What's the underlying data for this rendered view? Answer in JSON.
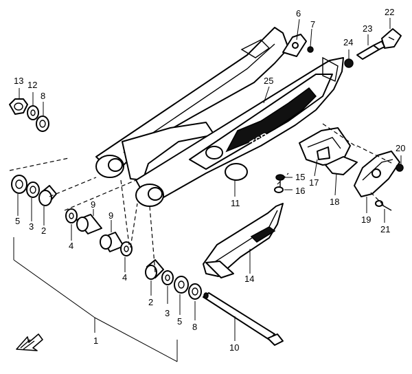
{
  "callouts": [
    "1",
    "2",
    "2",
    "3",
    "3",
    "4",
    "4",
    "5",
    "5",
    "6",
    "7",
    "8",
    "8",
    "9",
    "9",
    "10",
    "11",
    "12",
    "13",
    "14",
    "15",
    "16",
    "17",
    "18",
    "19",
    "20",
    "21",
    "22",
    "23",
    "24",
    "25"
  ],
  "decal_text": "TSR",
  "direction_arrow": "front-arrow-icon"
}
